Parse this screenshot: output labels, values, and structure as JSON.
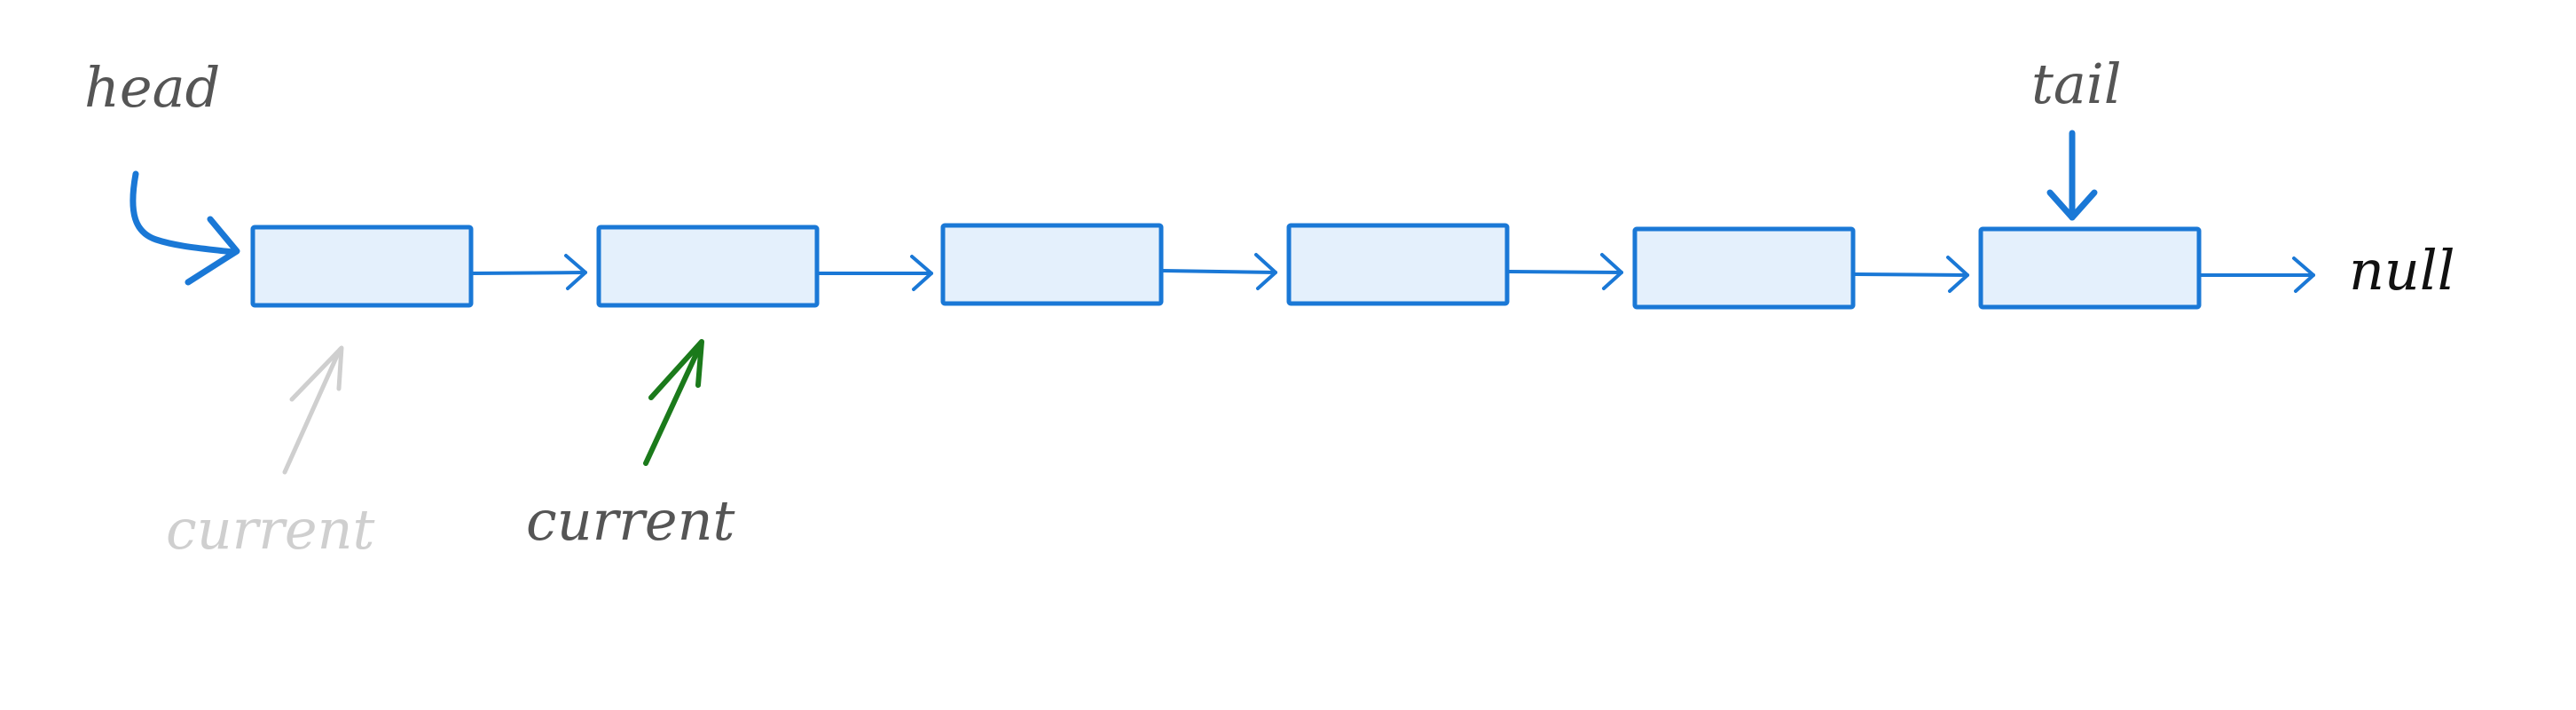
{
  "labels": {
    "head": "head",
    "tail": "tail",
    "null": "null",
    "current_previous": "current",
    "current_active": "current"
  },
  "list": {
    "node_count": 6,
    "head_node": 1,
    "tail_node": 6,
    "current_previous_node": 1,
    "current_active_node": 2
  },
  "colors": {
    "node_stroke": "#1a78d6",
    "node_fill": "#e4f0fc",
    "pointer_blue": "#1a78d6",
    "current_active_arrow": "#1b7a1b",
    "current_previous_arrow": "#cfcfcf",
    "label_dark": "#555555",
    "label_faded": "#cfcfcf",
    "null_text": "#111111"
  }
}
